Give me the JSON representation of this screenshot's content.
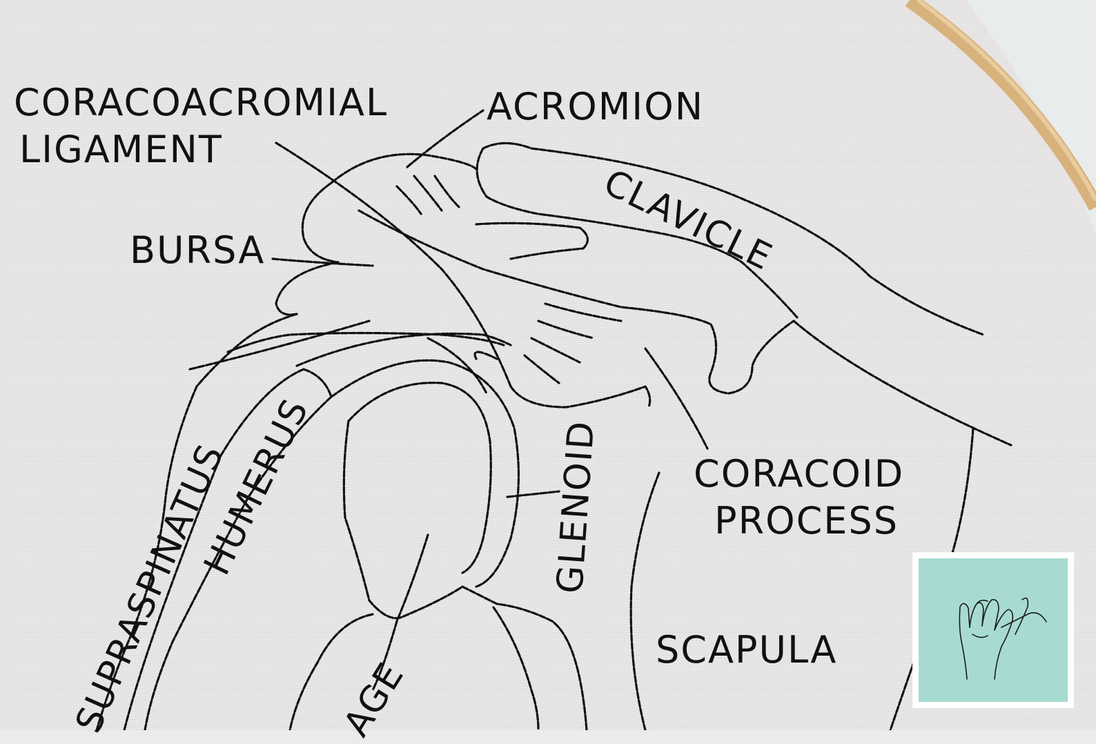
{
  "labels": {
    "coracoacromial_line1": "CORACOACROMIAL",
    "coracoacromial_line2": "LIGAMENT",
    "acromion": "ACROMION",
    "clavicle": "CLAVICLE",
    "bursa": "BURSA",
    "supraspinatus": "SUPRASPINATUS",
    "humerus": "HUMERUS",
    "glenoid": "GLENOID",
    "coracoid_line1": "CORACOID",
    "coracoid_line2": "PROCESS",
    "scapula": "SCAPULA",
    "cartilage_partial": "AGE"
  },
  "logo": {
    "icon": "hand-sewing-icon"
  },
  "colors": {
    "fabric": "#eceaea",
    "thread": "#111111",
    "hoop": "#d9b47f",
    "logo_bg": "#a7dbd2"
  }
}
